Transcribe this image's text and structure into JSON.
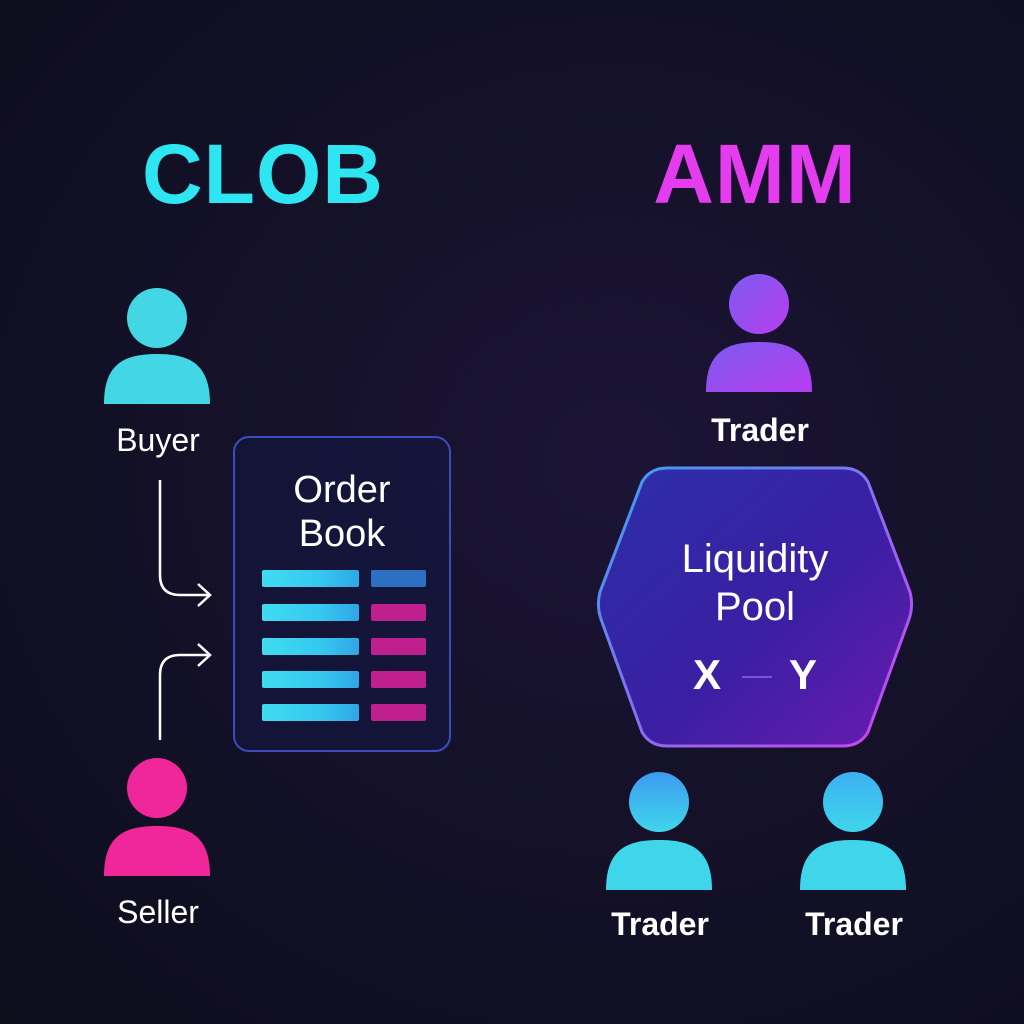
{
  "left": {
    "title": "CLOB",
    "title_color": "#2ee6f2",
    "buyer_label": "Buyer",
    "seller_label": "Seller",
    "buyer_color": "#43d7e6",
    "seller_color": "#f0279a",
    "order_book": {
      "line1": "Order",
      "line2": "Book"
    }
  },
  "right": {
    "title": "AMM",
    "title_color": "#e63cf0",
    "top_trader_label": "Trader",
    "bottom_left_trader_label": "Trader",
    "bottom_right_trader_label": "Trader",
    "pool": {
      "line1": "Liquidity",
      "line2": "Pool",
      "x_label": "X",
      "y_label": "Y"
    }
  }
}
